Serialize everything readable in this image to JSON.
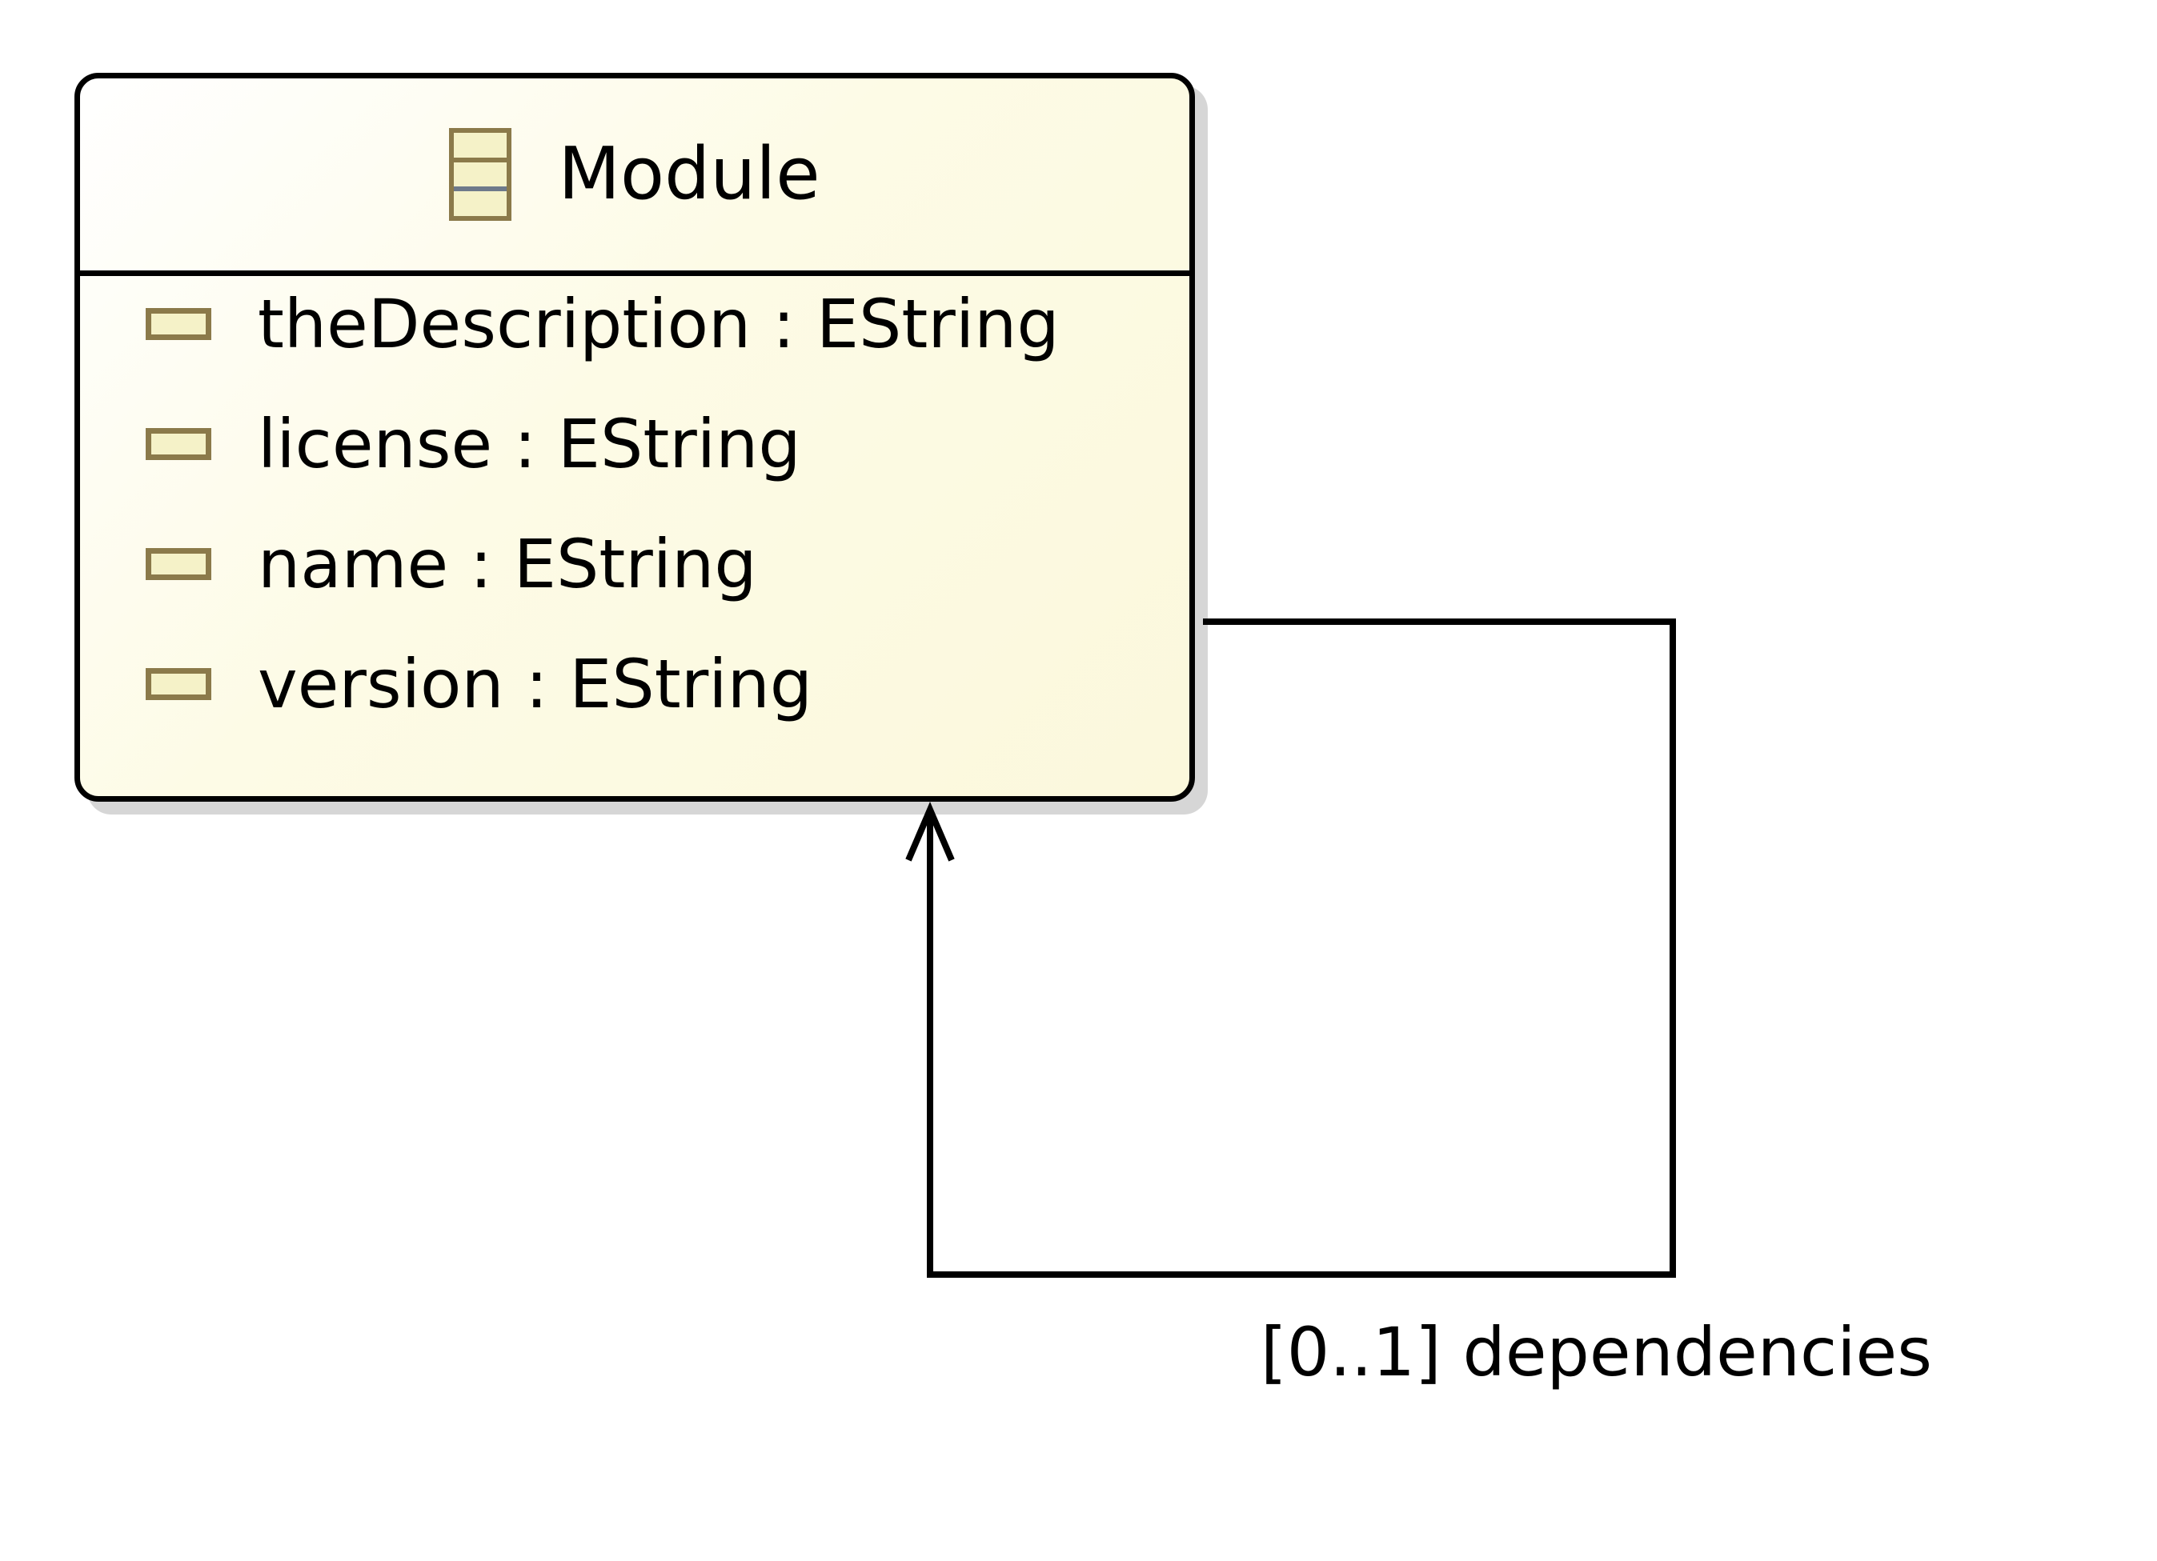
{
  "diagram": {
    "class": {
      "name": "Module",
      "icon": "eclass-icon",
      "attributes": [
        {
          "label": "theDescription : EString",
          "icon": "eattribute-icon"
        },
        {
          "label": "license : EString",
          "icon": "eattribute-icon"
        },
        {
          "label": "name : EString",
          "icon": "eattribute-icon"
        },
        {
          "label": "version : EString",
          "icon": "eattribute-icon"
        }
      ]
    },
    "reference": {
      "label": "[0..1] dependencies"
    },
    "colors": {
      "class_fill": "#fdfbe6",
      "icon_border": "#8b7a4a",
      "icon_fill": "#f5f2c8",
      "line": "#000000"
    }
  }
}
